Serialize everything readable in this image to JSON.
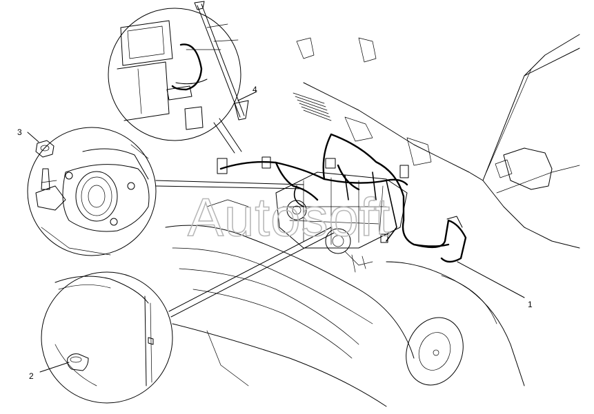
{
  "callouts": [
    {
      "id": "1",
      "label": "1"
    },
    {
      "id": "2",
      "label": "2"
    },
    {
      "id": "3",
      "label": "3"
    },
    {
      "id": "4",
      "label": "4"
    }
  ],
  "watermark": {
    "text": "Autosoft"
  },
  "colors": {
    "line": "#000000",
    "background": "#ffffff",
    "watermark": "#b8b8b8"
  }
}
